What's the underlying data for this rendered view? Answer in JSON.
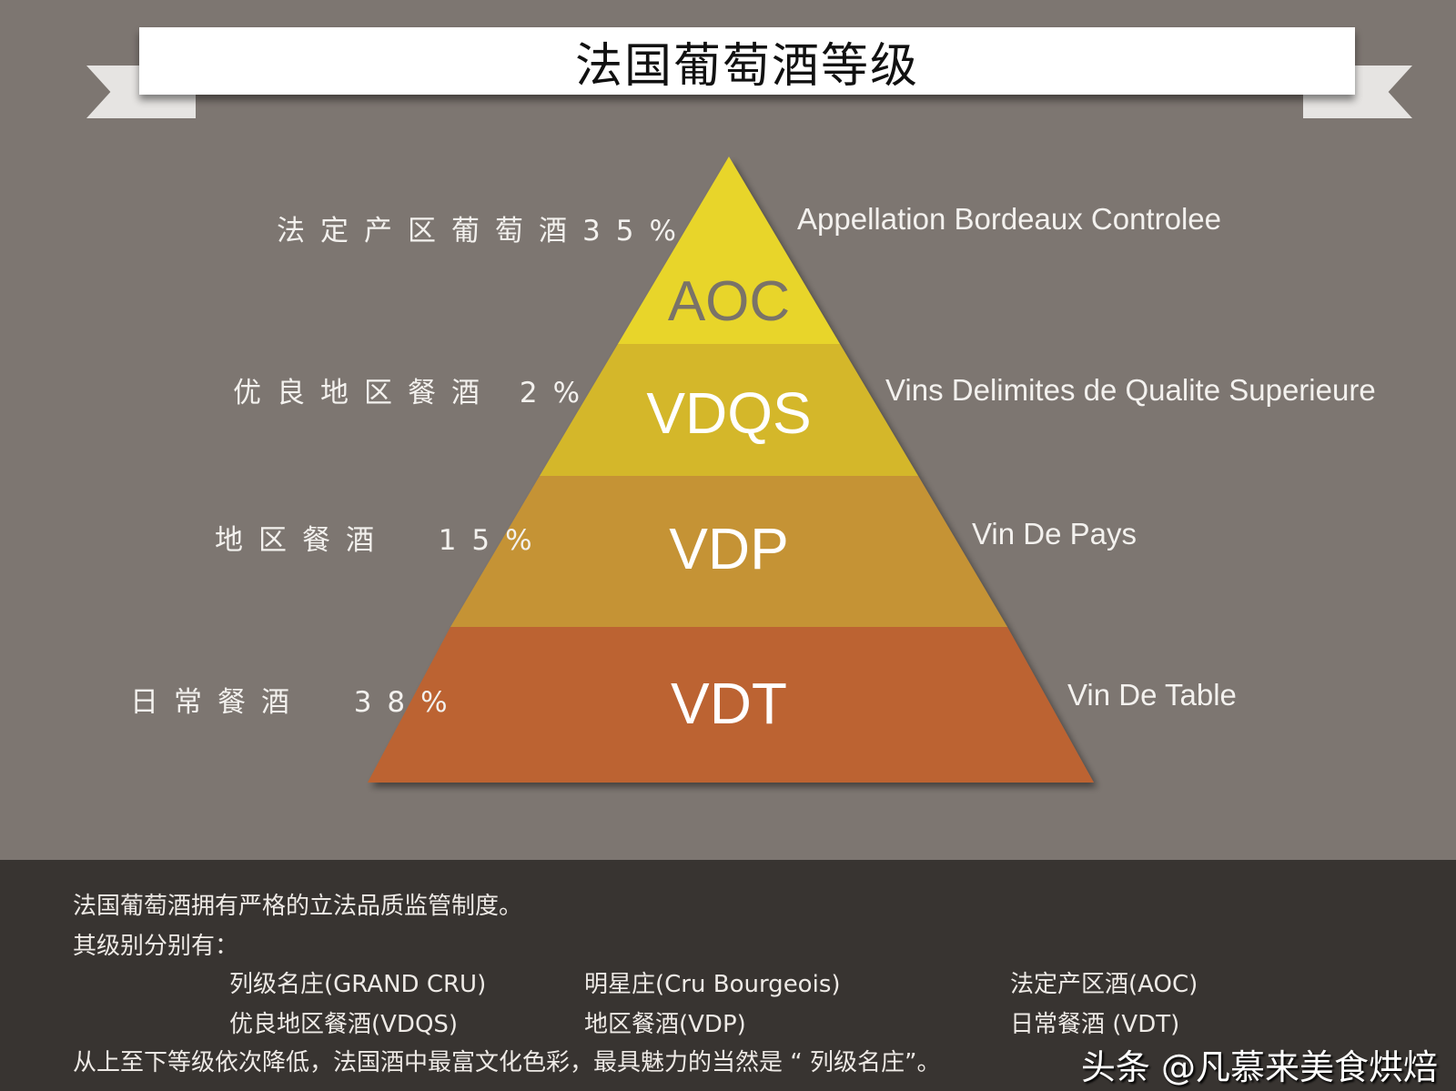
{
  "title": "法国葡萄酒等级",
  "colors": {
    "background": "#7d7671",
    "aoc": "#e8d52a",
    "vdqs": "#d4b72b",
    "vdp": "#c59336",
    "vdt": "#bc6431",
    "footer": "#383431"
  },
  "levels": [
    {
      "code": "AOC",
      "zh": "法定产区葡萄酒35%",
      "en": "Appellation Bordeaux Controlee"
    },
    {
      "code": "VDQS",
      "zh": "优良地区餐酒 2%",
      "en": "Vins Delimites de Qualite Superieure"
    },
    {
      "code": "VDP",
      "zh": "地区餐酒  15%",
      "en": "Vin De Pays"
    },
    {
      "code": "VDT",
      "zh": "日常餐酒  38%",
      "en": "Vin De Table"
    }
  ],
  "footer": {
    "line1": "法国葡萄酒拥有严格的立法品质监管制度。",
    "line2": "其级别分别有：",
    "grades": [
      "列级名庄(GRAND CRU)",
      "明星庄(Cru Bourgeois)",
      "法定产区酒(AOC)",
      "优良地区餐酒(VDQS)",
      "地区餐酒(VDP)",
      "日常餐酒 (VDT)"
    ],
    "line3": "从上至下等级依次降低，法国酒中最富文化色彩，最具魅力的当然是 “ 列级名庄”。"
  },
  "watermark": "头条 @凡慕来美食烘焙"
}
